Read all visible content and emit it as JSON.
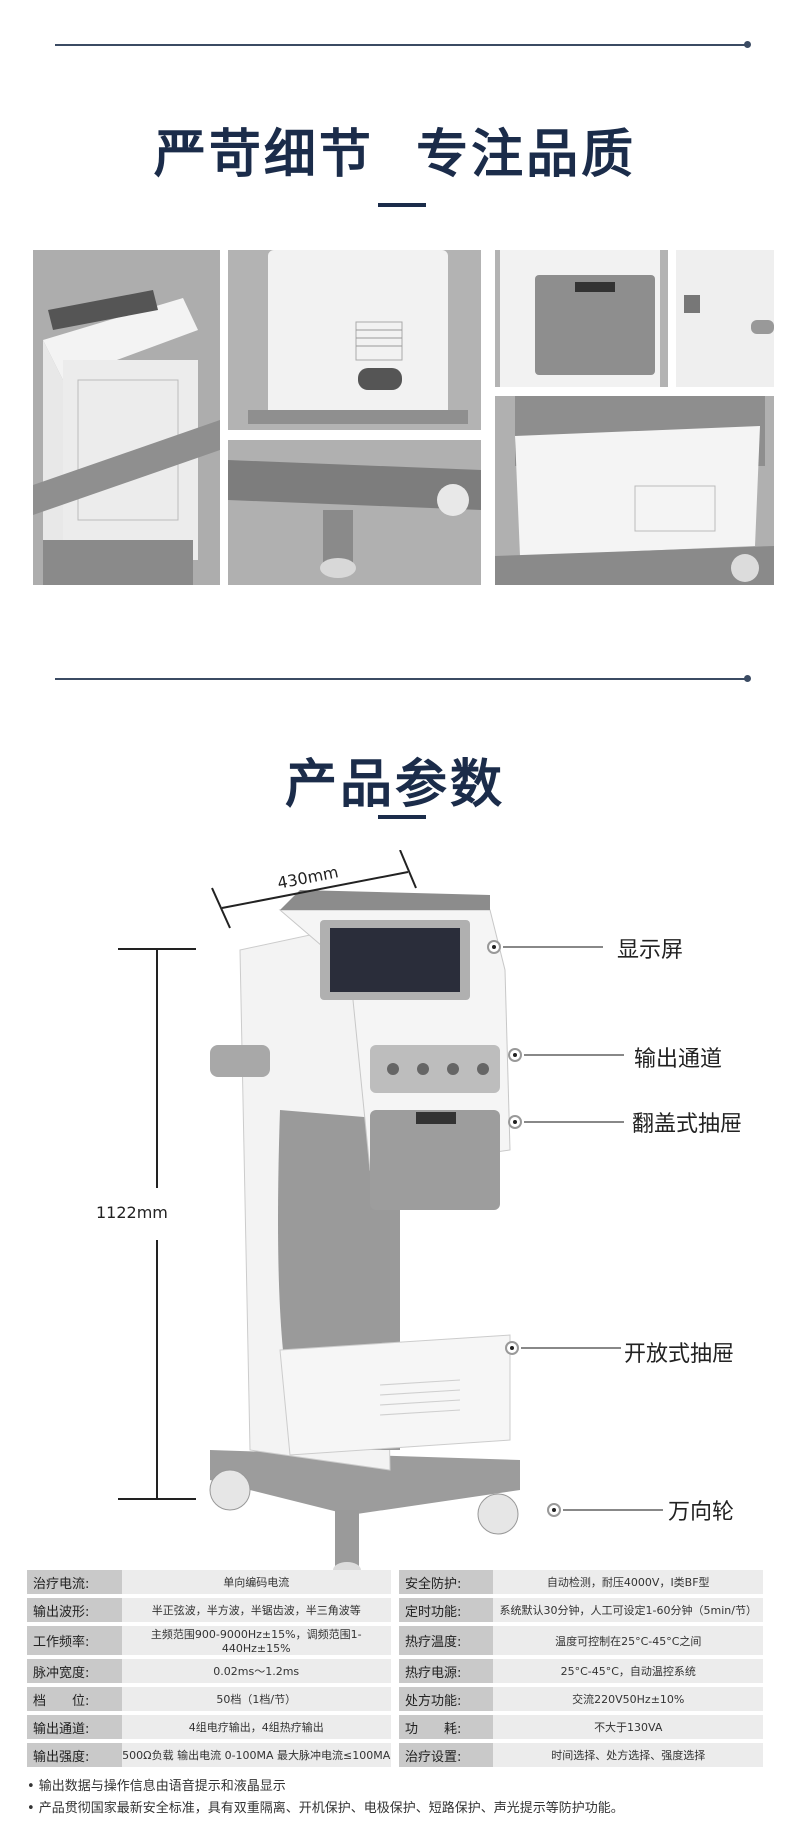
{
  "section1": {
    "title": "严苛细节  专注品质"
  },
  "section2": {
    "title": "产品参数"
  },
  "dimensions": {
    "width": "430mm",
    "height": "1122mm"
  },
  "callouts": [
    {
      "label": "显示屏"
    },
    {
      "label": "输出通道"
    },
    {
      "label": "翻盖式抽屉"
    },
    {
      "label": "开放式抽屉"
    },
    {
      "label": "万向轮"
    }
  ],
  "specs": [
    {
      "k1": "治疗电流:",
      "v1": "单向编码电流",
      "k2": "安全防护:",
      "v2": "自动检测，耐压4000V，I类BF型"
    },
    {
      "k1": "输出波形:",
      "v1": "半正弦波，半方波，半锯齿波，半三角波等",
      "k2": "定时功能:",
      "v2": "系统默认30分钟，人工可设定1-60分钟（5min/节）"
    },
    {
      "k1": "工作频率:",
      "v1": "主频范围900-9000Hz±15%，调频范围1-440Hz±15%",
      "k2": "热疗温度:",
      "v2": "温度可控制在25°C-45°C之间"
    },
    {
      "k1": "脉冲宽度:",
      "v1": "0.02ms～1.2ms",
      "k2": "热疗电源:",
      "v2": "25°C-45°C，自动温控系统"
    },
    {
      "k1": "档　　位:",
      "v1": "50档（1档/节）",
      "k2": "处方功能:",
      "v2": "交流220V50Hz±10%"
    },
    {
      "k1": "输出通道:",
      "v1": "4组电疗输出，4组热疗输出",
      "k2": "功　　耗:",
      "v2": "不大于130VA"
    },
    {
      "k1": "输出强度:",
      "v1": "500Ω负载  输出电流 0-100MA  最大脉冲电流≤100MA",
      "k2": "治疗设置:",
      "v2": "时间选择、处方选择、强度选择"
    }
  ],
  "notes": [
    "• 输出数据与操作信息由语音提示和液晶显示",
    "• 产品贯彻国家最新安全标准，具有双重隔离、开机保护、电极保护、短路保护、声光提示等防护功能。"
  ]
}
